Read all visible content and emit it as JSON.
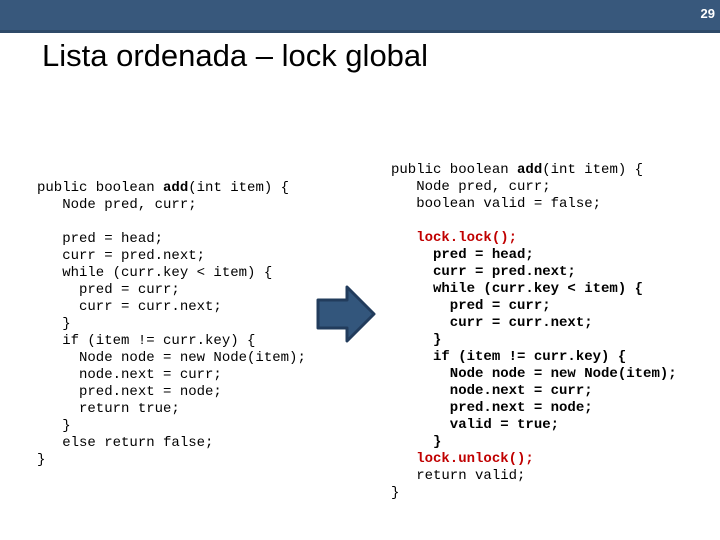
{
  "slide": {
    "page_number": "29",
    "title": "Lista ordenada – lock global"
  },
  "colors": {
    "header_bar": "#38587C",
    "header_bar_edge": "#2E4A68",
    "arrow_fill": "#33567C",
    "arrow_stroke": "#223C5C",
    "code_highlight_red": "#C00000",
    "code_text": "#000000"
  },
  "icons": {
    "arrow_right": "right-block-arrow"
  },
  "code_left": {
    "lines": [
      {
        "segments": [
          {
            "text": "public boolean "
          },
          {
            "text": "add",
            "bold": true
          },
          {
            "text": "(int item) {"
          }
        ]
      },
      {
        "segments": [
          {
            "text": "   Node pred, curr;"
          }
        ]
      },
      {
        "segments": []
      },
      {
        "segments": [
          {
            "text": "   pred = head;"
          }
        ]
      },
      {
        "segments": [
          {
            "text": "   curr = pred.next;"
          }
        ]
      },
      {
        "segments": [
          {
            "text": "   while (curr.key < item) {"
          }
        ]
      },
      {
        "segments": [
          {
            "text": "     pred = curr;"
          }
        ]
      },
      {
        "segments": [
          {
            "text": "     curr = curr.next;"
          }
        ]
      },
      {
        "segments": [
          {
            "text": "   }"
          }
        ]
      },
      {
        "segments": [
          {
            "text": "   if (item != curr.key) {"
          }
        ]
      },
      {
        "segments": [
          {
            "text": "     Node node = new Node(item);"
          }
        ]
      },
      {
        "segments": [
          {
            "text": "     node.next = curr;"
          }
        ]
      },
      {
        "segments": [
          {
            "text": "     pred.next = node;"
          }
        ]
      },
      {
        "segments": [
          {
            "text": "     return true;"
          }
        ]
      },
      {
        "segments": [
          {
            "text": "   }"
          }
        ]
      },
      {
        "segments": [
          {
            "text": "   else return false;"
          }
        ]
      },
      {
        "segments": [
          {
            "text": "}"
          }
        ]
      }
    ]
  },
  "code_right": {
    "lines": [
      {
        "segments": [
          {
            "text": "public boolean "
          },
          {
            "text": "add",
            "bold": true
          },
          {
            "text": "(int item) {"
          }
        ]
      },
      {
        "segments": [
          {
            "text": "   Node pred, curr;"
          }
        ]
      },
      {
        "segments": [
          {
            "text": "   boolean valid = false;"
          }
        ]
      },
      {
        "segments": []
      },
      {
        "segments": [
          {
            "text": "   lock.lock();",
            "red": true
          }
        ]
      },
      {
        "segments": [
          {
            "text": "     pred = head;",
            "bold": true
          }
        ]
      },
      {
        "segments": [
          {
            "text": "     curr = pred.next;",
            "bold": true
          }
        ]
      },
      {
        "segments": [
          {
            "text": "     while (curr.key < item) {",
            "bold": true
          }
        ]
      },
      {
        "segments": [
          {
            "text": "       pred = curr;",
            "bold": true
          }
        ]
      },
      {
        "segments": [
          {
            "text": "       curr = curr.next;",
            "bold": true
          }
        ]
      },
      {
        "segments": [
          {
            "text": "     }",
            "bold": true
          }
        ]
      },
      {
        "segments": [
          {
            "text": "     if (item != curr.key) {",
            "bold": true
          }
        ]
      },
      {
        "segments": [
          {
            "text": "       Node node = new Node(item);",
            "bold": true
          }
        ]
      },
      {
        "segments": [
          {
            "text": "       node.next = curr;",
            "bold": true
          }
        ]
      },
      {
        "segments": [
          {
            "text": "       pred.next = node;",
            "bold": true
          }
        ]
      },
      {
        "segments": [
          {
            "text": "       valid = true;",
            "bold": true
          }
        ]
      },
      {
        "segments": [
          {
            "text": "     }",
            "bold": true
          }
        ]
      },
      {
        "segments": [
          {
            "text": "   lock.unlock();",
            "red": true
          }
        ]
      },
      {
        "segments": [
          {
            "text": "   return valid;"
          }
        ]
      },
      {
        "segments": [
          {
            "text": "}"
          }
        ]
      }
    ]
  }
}
